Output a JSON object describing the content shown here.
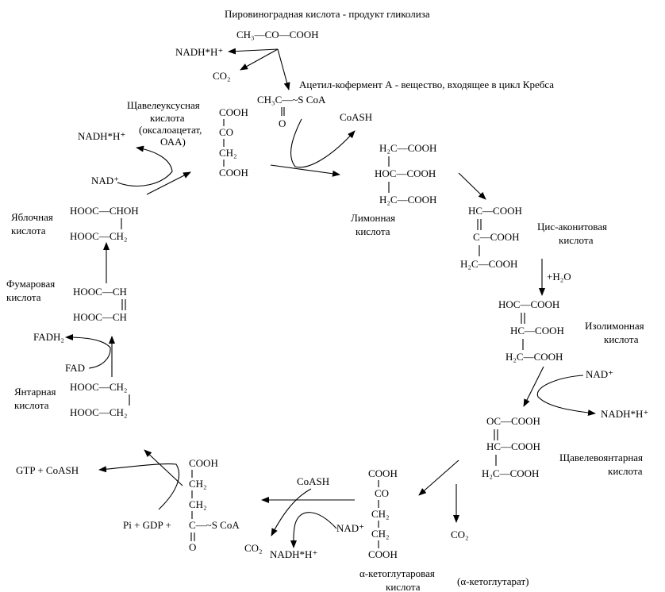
{
  "labels": {
    "pyruvate_title": "Пировиноградная кислота - продукт гликолиза",
    "pyruvate_formula": "CH₃—CO—COOH",
    "nadh_top": "NADH*H⁺",
    "co2_top": "CO₂",
    "acetyl_desc": "Ацетил-кофермент А - вещество, входящее в цикл Кребса",
    "acetyl_formula": "CH₃C—~S CoA",
    "acetyl_o": "O",
    "coash_1": "CoASH",
    "oaa_name": [
      "Щавелеуксусная",
      "кислота",
      "(оксалоацетат,",
      "ОАА)"
    ],
    "oaa_formula": [
      "COOH",
      "CO",
      "CH₂",
      "COOH"
    ],
    "nadh_oaa": "NADH*H⁺",
    "nad_oaa": "NAD⁺",
    "citrate_formula": [
      "H₂C—COOH",
      "HOC—COOH",
      "H₂C—COOH"
    ],
    "citrate_name": [
      "Лимонная",
      "кислота"
    ],
    "cis_formula": [
      "HC—COOH",
      "C—COOH",
      "H₂C—COOH"
    ],
    "cis_name": [
      "Цис-аконитовая",
      "кислота"
    ],
    "h2o": "+H₂O",
    "iso_formula": [
      "HOC—COOH",
      "HC—COOH",
      "H₂C—COOH"
    ],
    "iso_name": [
      "Изолимонная",
      "кислота"
    ],
    "nad_iso": "NAD⁺",
    "nadh_iso": "NADH*H⁺",
    "oxsucc_formula": [
      "OC—COOH",
      "HC—COOH",
      "H₂C—COOH"
    ],
    "oxsucc_name": [
      "Щавелевоянтарная",
      "кислота"
    ],
    "co2_right": "CO₂",
    "akg_formula": [
      "COOH",
      "CO",
      "CH₂",
      "CH₂",
      "COOH"
    ],
    "akg_name": [
      "α-кетоглутаровая",
      "кислота"
    ],
    "akg_alt": "(α-кетоглутарат)",
    "coash_2": "CoASH",
    "nad_akg": "NAD⁺",
    "co2_bottom": "CO₂",
    "nadh_bottom": "NADH*H⁺",
    "succoa_formula": [
      "COOH",
      "CH₂",
      "CH₂",
      "C—~S CoA",
      "O"
    ],
    "pi_gdp": "Pi + GDP +",
    "gtp_coash": "GTP + CoASH",
    "succ_formula": [
      "HOOC—CH₂",
      "HOOC—CH₂"
    ],
    "succ_name": [
      "Янтарная",
      "кислота"
    ],
    "fad": "FAD",
    "fadh2": "FADH₂",
    "fum_formula": [
      "HOOC—CH",
      "HOOC—CH"
    ],
    "fum_name": [
      "Фумаровая",
      "кислота"
    ],
    "mal_formula": [
      "HOOC—CHOH",
      "HOOC—CH₂"
    ],
    "mal_name": [
      "Яблочная",
      "кислота"
    ]
  }
}
